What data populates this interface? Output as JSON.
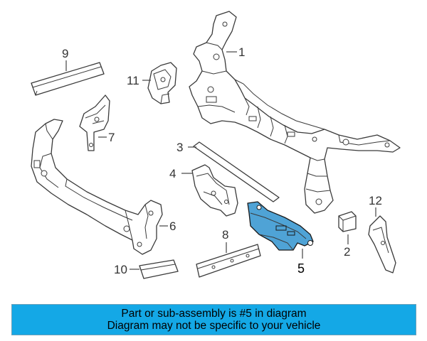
{
  "colors": {
    "highlight_part": "#4fa3d6",
    "banner_background": "#14a8e6",
    "line": "#3a3a3a"
  },
  "callouts": {
    "c1": "1",
    "c2": "2",
    "c3": "3",
    "c4": "4",
    "c5": "5",
    "c6": "6",
    "c7": "7",
    "c8": "8",
    "c9": "9",
    "c10": "10",
    "c11": "11",
    "c12": "12"
  },
  "banner": {
    "line1": "Part or sub-assembly is #5 in diagram",
    "line2": "Diagram may not be specific to your vehicle"
  }
}
